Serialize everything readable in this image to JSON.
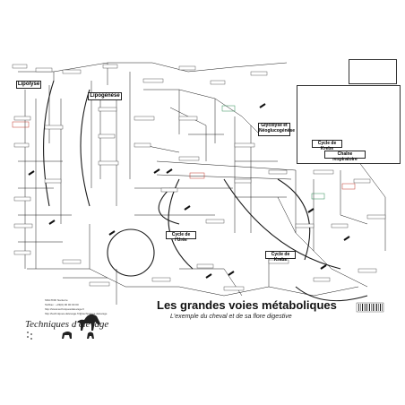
{
  "poster": {
    "title": "Les grandes voies métaboliques",
    "subtitle": "L'exemple du cheval et de sa flore digestive",
    "brand": "Techniques d'élevage",
    "publisher_lines": [
      "SNGTFRI Nanterre",
      "Tel/Fax : +33(0) 00 00 00 00",
      "http://www.techniquesdelevage.fr",
      "http://techniques-delevage.fr/@techniques-delevage"
    ],
    "sections": {
      "lipolyse": "Lipolyse",
      "lipogenese": "Lipogénèse",
      "glycolyse": "Glycolyse et Néoglucogénèse",
      "cycle_uree": "Cycle de l'Urée",
      "cycle_krebs": "Cycle de Krebs",
      "inset_krebs": "Cycle de Krebs",
      "chaine_respiratoire": "Chaîne respiratoire"
    },
    "colors": {
      "ink": "#1a1a1a",
      "blue": "#4a7fc1",
      "red": "#c0392b",
      "green": "#2e8b57",
      "pink": "#c2185b",
      "complex": "#5d8fd0"
    },
    "icons": [
      "horse-silhouette-icon",
      "dog-silhouette-icon",
      "cat-silhouette-icon",
      "paw-prints-icon",
      "barcode-icon"
    ]
  }
}
